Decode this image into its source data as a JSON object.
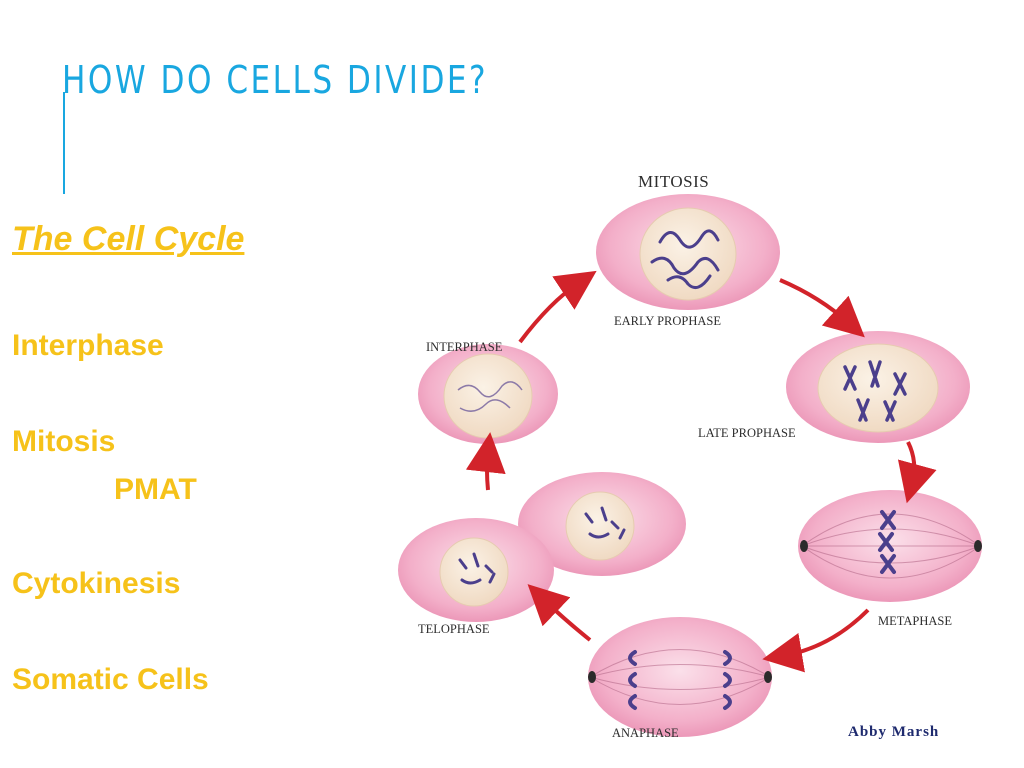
{
  "slide": {
    "title": "HOW DO CELLS DIVIDE?",
    "subtitle": "The Cell Cycle",
    "items": {
      "interphase": "Interphase",
      "mitosis": "Mitosis",
      "pmat": "PMAT",
      "cytokinesis": "Cytokinesis",
      "somatic": "Somatic Cells"
    }
  },
  "figure": {
    "title": "MITOSIS",
    "labels": {
      "early_prophase": "EARLY PROPHASE",
      "late_prophase": "LATE PROPHASE",
      "metaphase": "METAPHASE",
      "anaphase": "ANAPHASE",
      "telophase": "TELOPHASE",
      "interphase": "INTERPHASE"
    },
    "credit": "Abby Marsh"
  },
  "colors": {
    "title": "#19a7e0",
    "bullet_text": "#f6c21a",
    "cell_pink": "#f2a7c4",
    "nucleus": "#f3e3cf",
    "arrow": "#d2232a",
    "chromosome": "#4b3f8c"
  }
}
